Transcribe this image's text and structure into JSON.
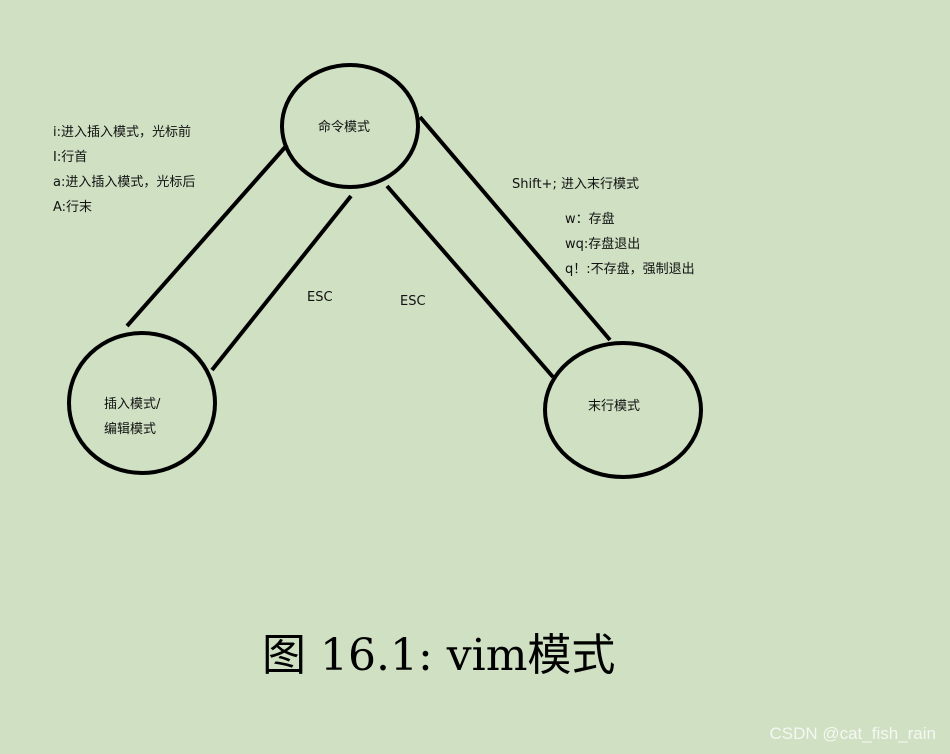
{
  "nodes": {
    "command": "命令模式",
    "insert_line1": "插入模式/",
    "insert_line2": "编辑模式",
    "lastline": "末行模式"
  },
  "edges": {
    "insert_to_command": "ESC",
    "lastline_to_command": "ESC"
  },
  "annotations": {
    "insert_keys": [
      "i:进入插入模式，光标前",
      "I:行首",
      "a:进入插入模式，光标后",
      "A:行末"
    ],
    "lastline_entry": "Shift+;  进入末行模式",
    "lastline_cmds": [
      "w：存盘",
      "wq:存盘退出",
      "q！:不存盘，强制退出"
    ]
  },
  "caption": "图  16.1: vim模式",
  "watermark": "CSDN @cat_fish_rain"
}
